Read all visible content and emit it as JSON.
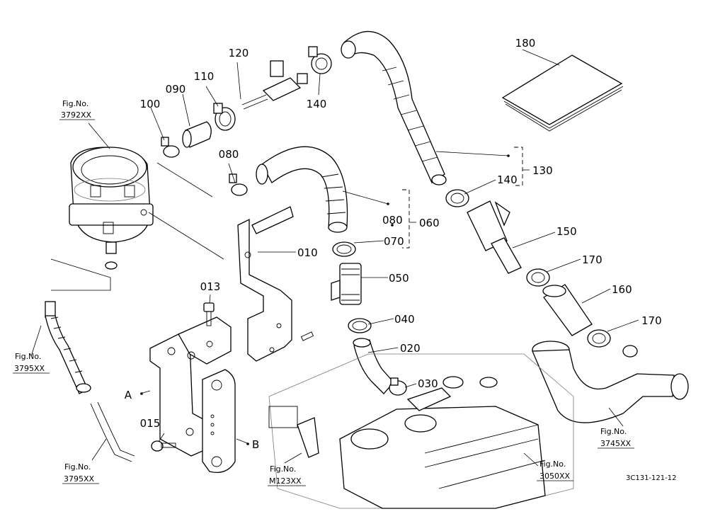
{
  "parts": {
    "p010": "010",
    "p013": "013",
    "p015": "015",
    "p020": "020",
    "p030": "030",
    "p040": "040",
    "p050": "050",
    "p060": "060",
    "p070": "070",
    "p080_upper": "080",
    "p080_group": "080",
    "p090": "090",
    "p100": "100",
    "p110": "110",
    "p120": "120",
    "p130": "130",
    "p140_top": "140",
    "p140_mid": "140",
    "p150": "150",
    "p160": "160",
    "p170_upper": "170",
    "p170_lower": "170",
    "p180": "180"
  },
  "callouts": {
    "a": "A",
    "b": "B"
  },
  "figure_refs": [
    {
      "label": "Fig.No.",
      "code": "3792XX"
    },
    {
      "label": "Fig.No.",
      "code": "3795XX"
    },
    {
      "label": "Fig.No.",
      "code": "3795XX"
    },
    {
      "label": "Fig.No.",
      "code": "M123XX"
    },
    {
      "label": "Fig.No.",
      "code": "3050XX"
    },
    {
      "label": "Fig.No.",
      "code": "3745XX"
    }
  ],
  "drawing_code": "3C131-121-12"
}
